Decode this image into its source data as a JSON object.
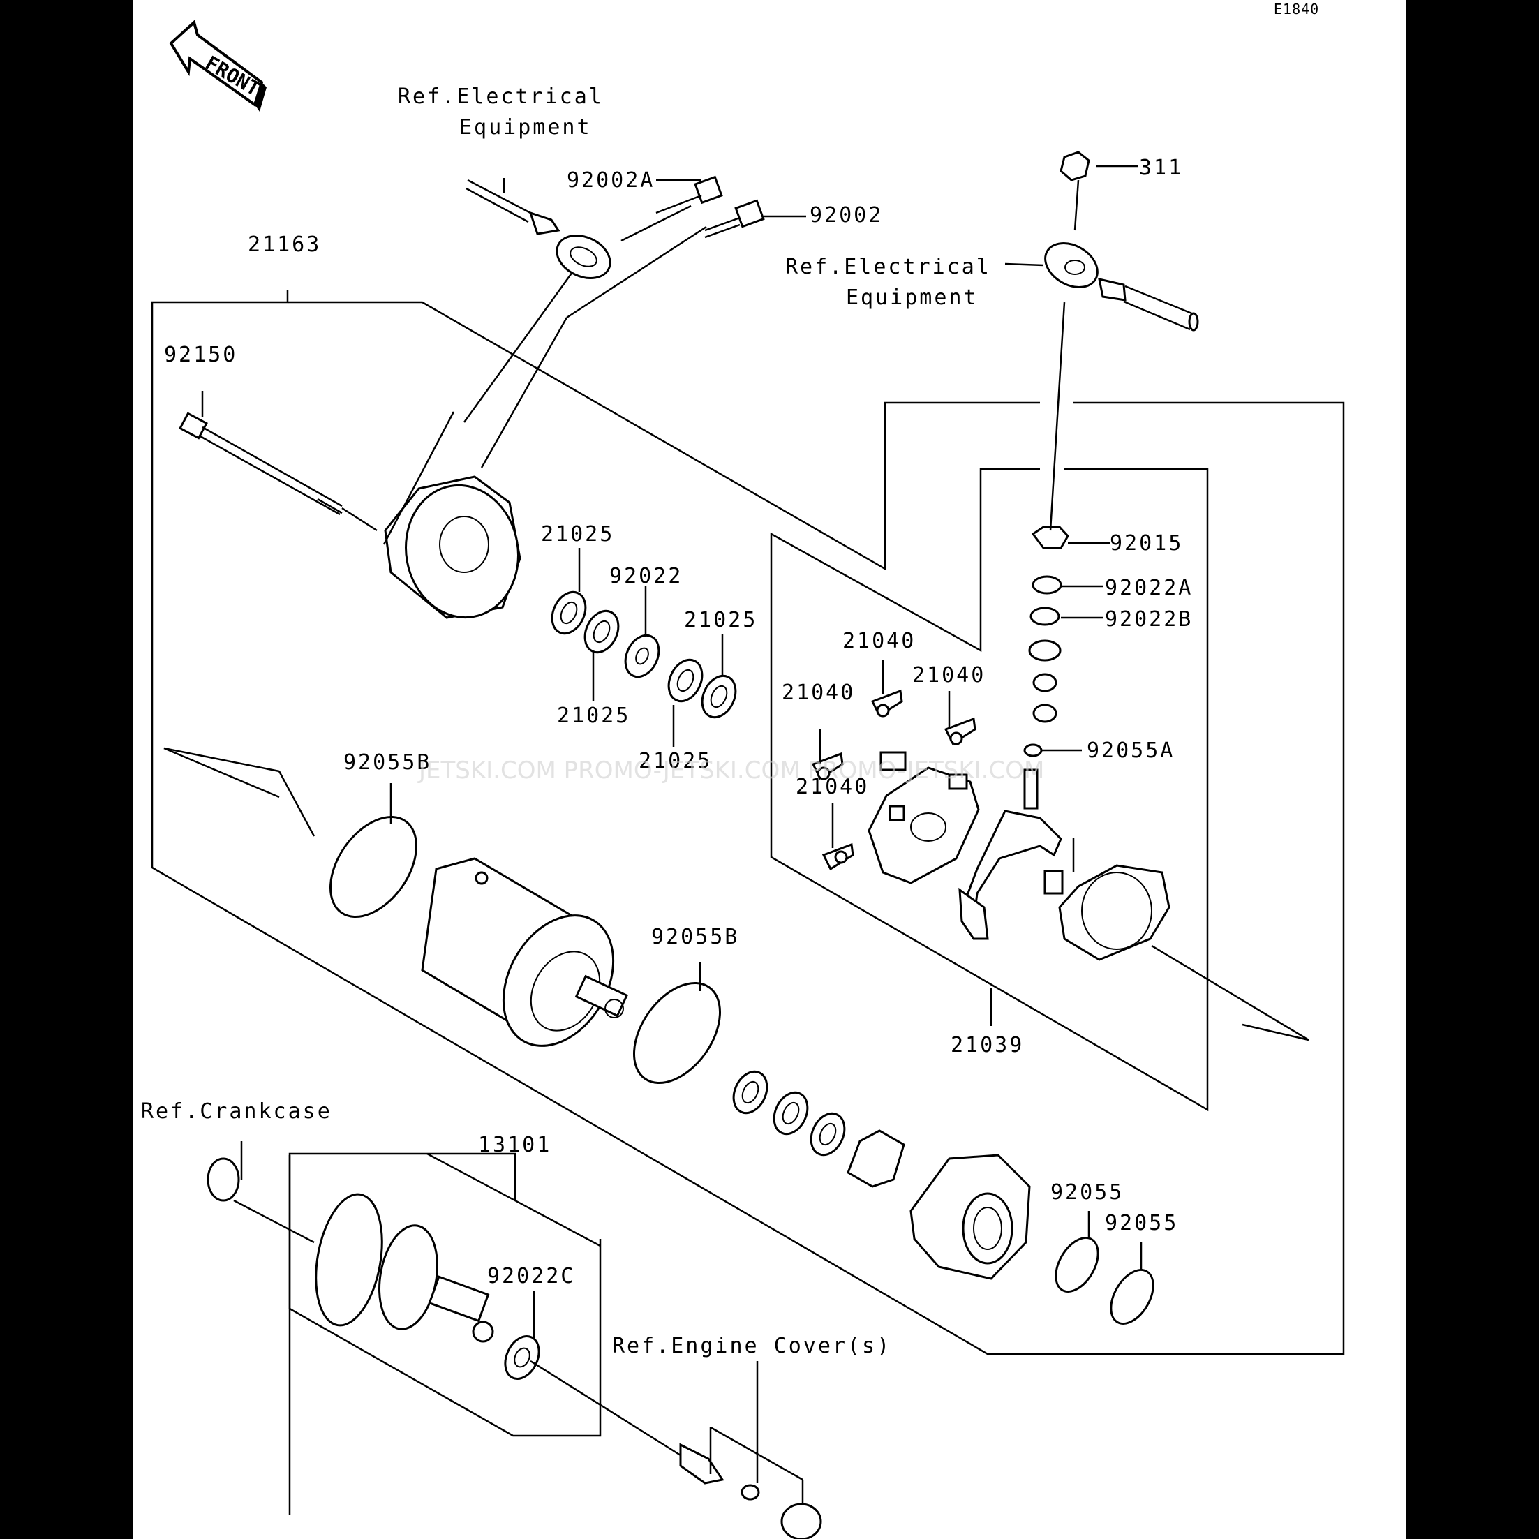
{
  "diagram_id": "E1840",
  "front_label": "FRONT",
  "watermark": "JETSKI.COM  PROMO-JETSKI.COM  PROMO-JETSKI.COM",
  "refs": {
    "electrical_1_line1": "Ref.Electrical",
    "electrical_1_line2": "Equipment",
    "electrical_2_line1": "Ref.Electrical",
    "electrical_2_line2": "Equipment",
    "crankcase": "Ref.Crankcase",
    "engine_cover": "Ref.Engine Cover(s)"
  },
  "parts": {
    "p92002A": "92002A",
    "p92002": "92002",
    "p311": "311",
    "p21163": "21163",
    "p92150": "92150",
    "p92015": "92015",
    "p92022A": "92022A",
    "p92022B": "92022B",
    "p21025a": "21025",
    "p92022": "92022",
    "p21025b": "21025",
    "p21025c": "21025",
    "p21025d": "21025",
    "p21040a": "21040",
    "p21040b": "21040",
    "p21040c": "21040",
    "p21040d": "21040",
    "p92055A": "92055A",
    "p92055Ba": "92055B",
    "p92055Bb": "92055B",
    "p21039": "21039",
    "p13101": "13101",
    "p92022C": "92022C",
    "p92055a": "92055",
    "p92055b": "92055"
  },
  "colors": {
    "background": "#000000",
    "sheet": "#ffffff",
    "ink": "#000000"
  }
}
